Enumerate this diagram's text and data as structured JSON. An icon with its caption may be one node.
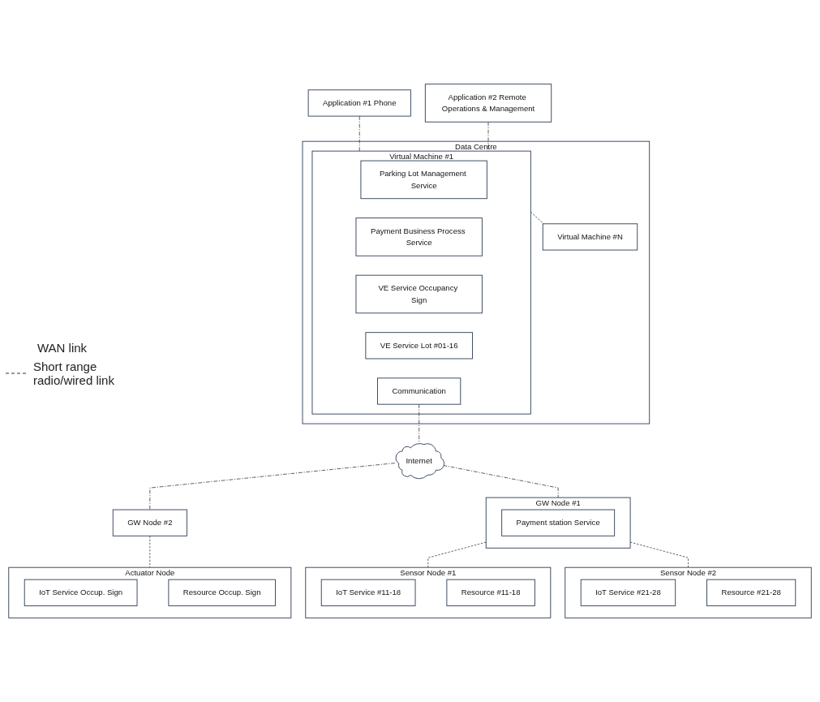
{
  "diagram": {
    "nodes": [
      {
        "text": [
          "Application #1 Phone"
        ]
      },
      {
        "text": [
          "Application #2 Remote Operations & Management"
        ]
      },
      {
        "text": [
          "Data Centre"
        ]
      },
      {
        "text": [
          "Virtual Machine #1"
        ],
        "in": 2
      },
      {
        "text": [
          "Parking Lot Management Service"
        ],
        "in": 3
      },
      {
        "text": [
          "Payment Business Process Service"
        ],
        "in": 3
      },
      {
        "text": [
          "VE Service Occupancy Sign"
        ],
        "in": 3
      },
      {
        "text": [
          "VE Service Lot #01-16"
        ],
        "in": 3
      },
      {
        "text": [
          "Communication"
        ],
        "in": 3
      },
      {
        "text": [
          "Virtual Machine #N"
        ],
        "in": 2
      },
      {
        "text": [
          "Internet"
        ]
      },
      {
        "text": [
          "GW Node #1"
        ]
      },
      {
        "text": [
          "Payment station Service"
        ],
        "in": 11
      },
      {
        "text": [
          "GW Node #2"
        ]
      },
      {
        "text": [
          "Actuator Node"
        ]
      },
      {
        "text": [
          "IoT Service Occup. Sign"
        ],
        "in": 14
      },
      {
        "text": [
          "Resource Occup. Sign"
        ],
        "in": 14
      },
      {
        "text": [
          "Sensor Node #1"
        ]
      },
      {
        "text": [
          "IoT Service #11-18"
        ],
        "in": 17
      },
      {
        "text": [
          "Resource #11-18"
        ],
        "in": 17
      },
      {
        "text": [
          "Sensor Node #2"
        ]
      },
      {
        "text": [
          "IoT Service #21-28"
        ],
        "in": 20
      },
      {
        "text": [
          "Resource #21-28"
        ],
        "in": 20
      }
    ],
    "edges": [
      {
        "from": 0,
        "to": 3,
        "arrow": "none"
      },
      {
        "from": 1,
        "to": 3,
        "arrow": "none"
      },
      {
        "from": 3,
        "to": 9,
        "arrow": "none",
        "style": "dashed"
      },
      {
        "from": 8,
        "to": 10,
        "arrow": "none"
      },
      {
        "from": 10,
        "to": 11,
        "arrow": "none"
      },
      {
        "from": 10,
        "to": 13,
        "arrow": "none"
      },
      {
        "from": 13,
        "to": 14,
        "arrow": "none",
        "style": "dashed"
      },
      {
        "from": 11,
        "to": 17,
        "arrow": "none",
        "style": "dashed"
      },
      {
        "from": 11,
        "to": 20,
        "arrow": "none",
        "style": "dashed"
      }
    ],
    "legend": [
      {
        "text": "WAN link"
      },
      {
        "text": "Short range radio/wired link"
      }
    ]
  }
}
